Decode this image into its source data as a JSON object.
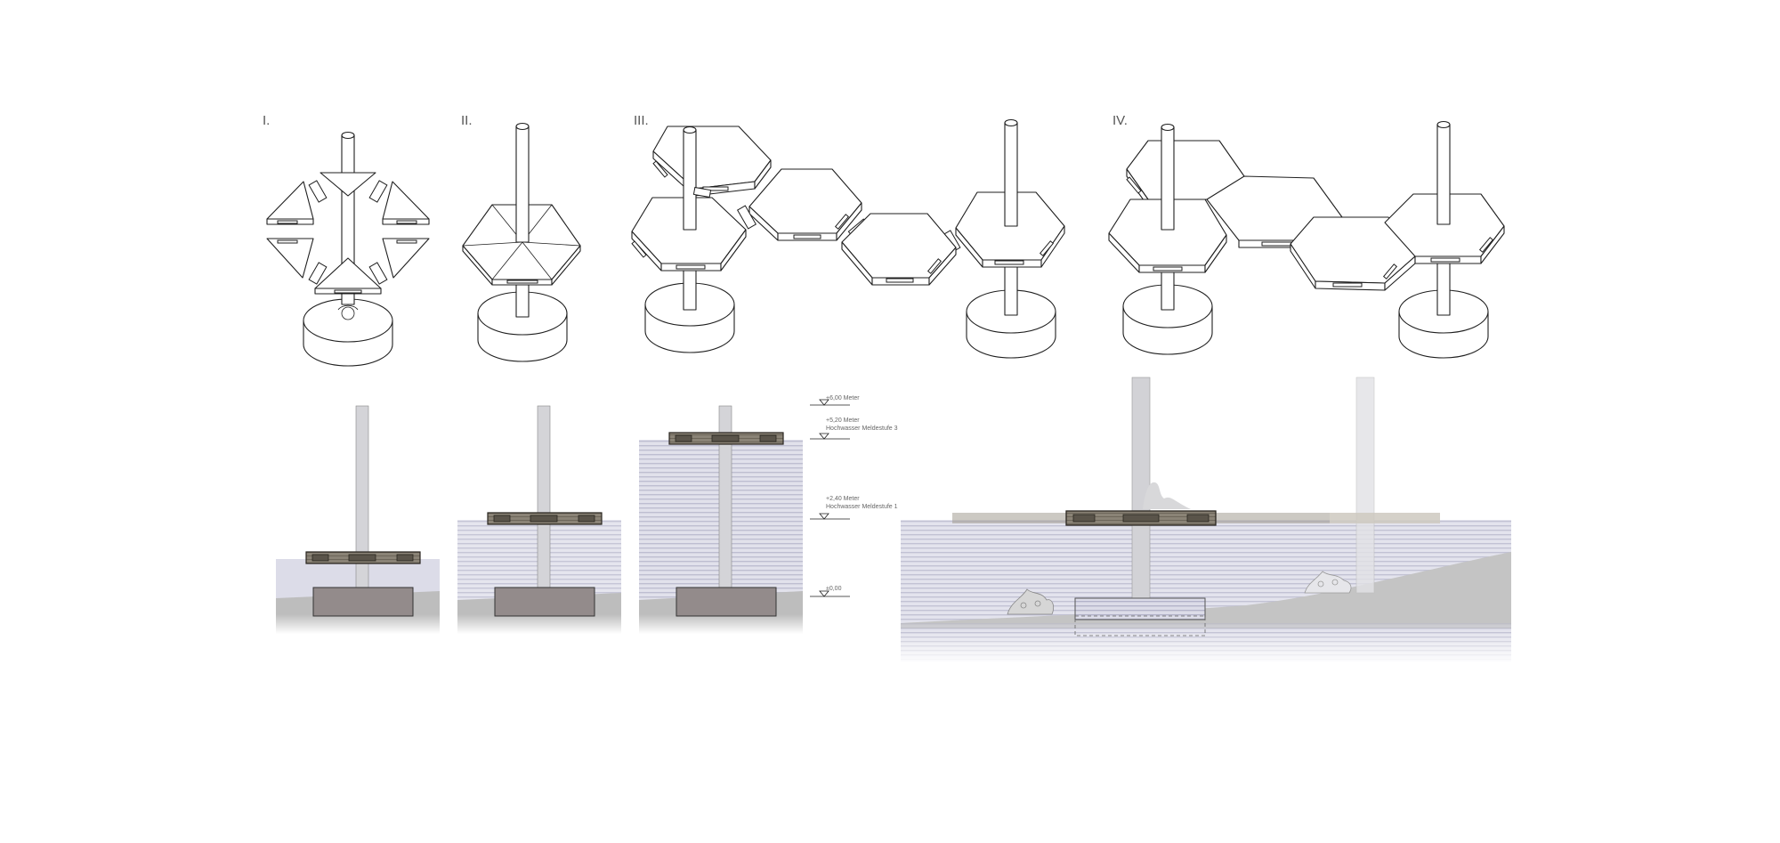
{
  "steps": [
    {
      "label": "I."
    },
    {
      "label": "II."
    },
    {
      "label": "III."
    },
    {
      "label": "IV."
    }
  ],
  "levels": [
    {
      "value": "+6,00 Meter",
      "note": ""
    },
    {
      "value": "+5,20 Meter",
      "note": "Hochwasser Meldestufe 3"
    },
    {
      "value": "+2,40 Meter",
      "note": "Hochwasser Meldestufe 1"
    },
    {
      "value": "±0,00",
      "note": ""
    }
  ],
  "colors": {
    "line": "#1f1f1f",
    "water": "#c9c9dc",
    "water_light": "#e6e6f0",
    "concrete": "#938b8b",
    "pole": "#d4d4d8",
    "platform": "#7c7568",
    "platform_dark": "#4a443b",
    "terrain": "#c2c2c2"
  }
}
